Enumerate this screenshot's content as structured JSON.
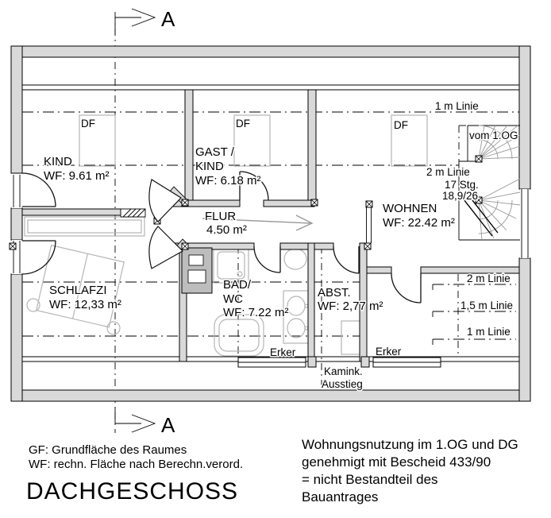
{
  "drawing": {
    "title": "DACHGESCHOSS",
    "section_label": "A",
    "rooms": {
      "kind": {
        "name": "KIND",
        "area": "WF:  9.61 m²"
      },
      "gast": {
        "line1": "GAST /",
        "line2": "KIND",
        "area": "WF:  6.18 m²"
      },
      "flur": {
        "name": "FLUR",
        "area": "4.50 m²"
      },
      "wohnen": {
        "name": "WOHNEN",
        "area": "WF: 22.42 m²"
      },
      "schlafzi": {
        "name": "SCHLAFZI",
        "area": "WF: 12,33 m²"
      },
      "bad": {
        "line1": "BAD/",
        "line2": "WC",
        "area": "WF: 7.22 m²"
      },
      "abst": {
        "name": "ABST.",
        "area": "WF: 2,77 m²"
      }
    },
    "annotations": {
      "df": "DF",
      "one_m_linie": "1 m Linie",
      "one_five_m_linie": "1,5 m Linie",
      "two_m_linie": "2 m Linie",
      "vom_og": "vom 1.OG",
      "stair_steps": "17 Stg.",
      "stair_ratio": "18,9/26",
      "erker": "Erker",
      "kamin_line1": "Kamink.",
      "kamin_line2": "Ausstieg"
    },
    "legend": {
      "gf": "GF: Grundfläche des Raumes",
      "wf": "WF: rechn. Fläche nach Berechn.verord."
    },
    "note": {
      "line1": "Wohnungsnutzung im 1.OG und DG",
      "line2": "genehmigt mit Bescheid 433/90",
      "line3": "= nicht Bestandteil des",
      "line4": "Bauantrages"
    },
    "colors": {
      "wall_fill": "#d9d9d9",
      "line": "#000000",
      "furniture": "#b5b5b5",
      "chimney_fill": "#bdbdbd",
      "arrow": "#999999"
    }
  }
}
